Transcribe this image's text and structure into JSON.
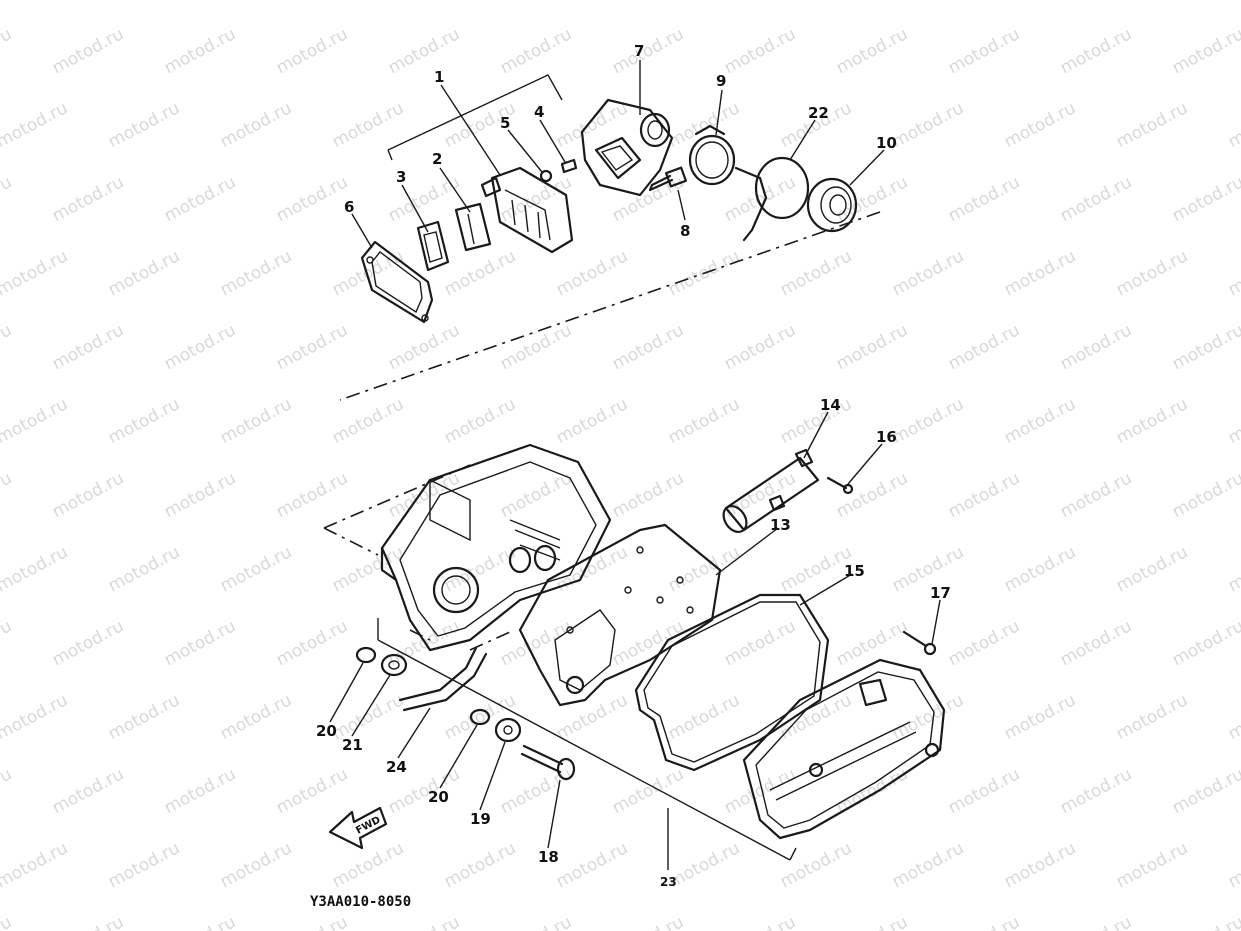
{
  "watermark": "motod.ru",
  "diagram_code": "Y3AA010-8050",
  "fwd_label": "FWD",
  "callouts": [
    "1",
    "2",
    "3",
    "4",
    "5",
    "6",
    "7",
    "8",
    "9",
    "10",
    "13",
    "14",
    "15",
    "16",
    "17",
    "18",
    "19",
    "20",
    "20",
    "21",
    "22",
    "23",
    "24"
  ],
  "colors": {
    "ink": "#1a1a1a",
    "watermark": "#d9d9d9",
    "background": "#ffffff"
  }
}
